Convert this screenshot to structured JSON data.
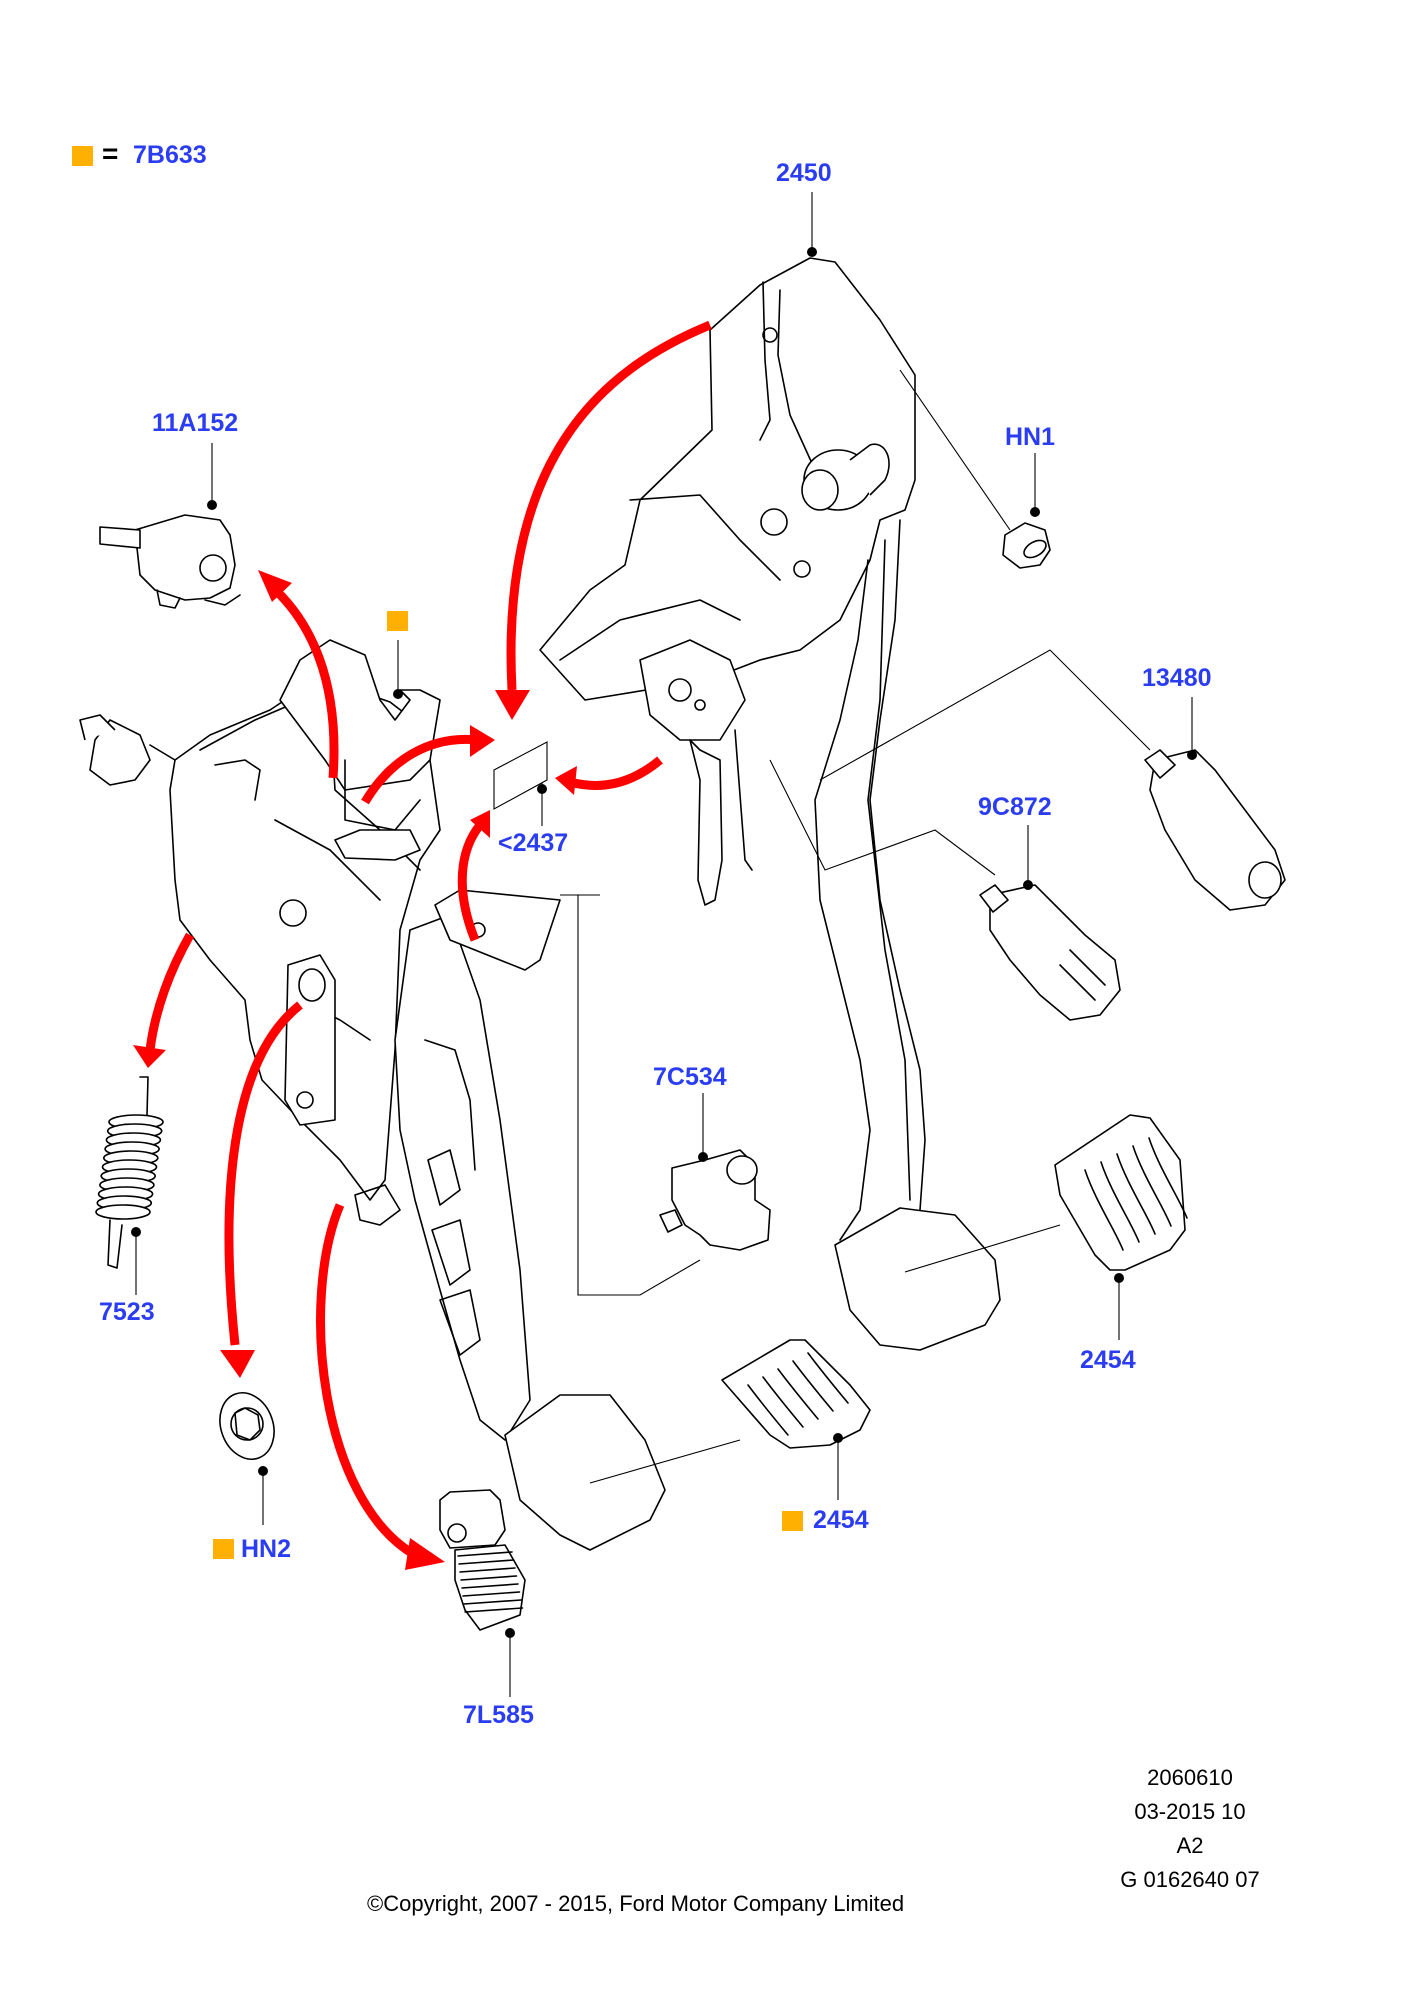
{
  "legend": {
    "marker_color": "#ffb000",
    "equals": "=",
    "part_number": "7B633"
  },
  "callouts": {
    "pedal_box": "2450",
    "stop_lamp_switch": "11A152",
    "nut_right": "HN1",
    "switch_13480": "13480",
    "switch_9c872": "9C872",
    "switch_7c534": "7C534",
    "spring": "7523",
    "clip": "HN2",
    "damper": "7L585",
    "pad_upper": "2454",
    "pad_lower": "2454",
    "bracket_ref": "<2437"
  },
  "marked_callouts": [
    "HN2",
    "2454 (lower)",
    "bracket marker"
  ],
  "colors": {
    "label": "#2b3df2",
    "marker": "#ffb000",
    "arrow": "#ff0000",
    "line": "#000000"
  },
  "footer": {
    "doc_number": "2060610",
    "date_code": "03-2015 10",
    "sheet": "A2",
    "graphic_id": "G 0162640 07",
    "copyright": "©Copyright, 2007 - 2015, Ford Motor Company Limited"
  }
}
